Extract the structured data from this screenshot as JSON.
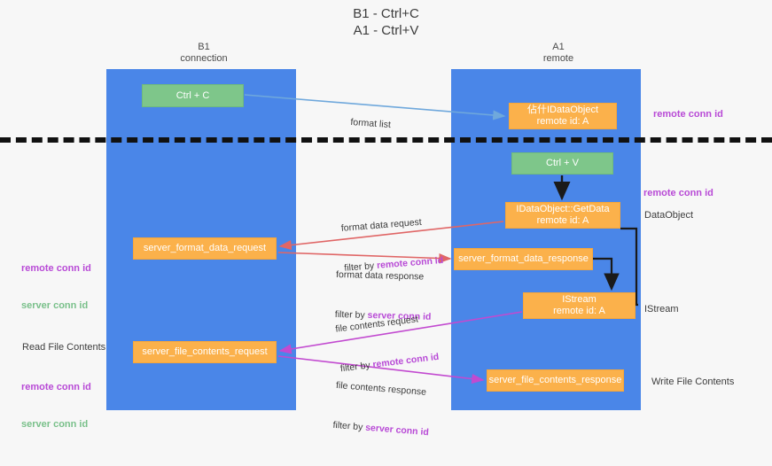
{
  "title": "B1 - Ctrl+C\nA1 - Ctrl+V",
  "columns": {
    "b1": "B1\nconnection",
    "a1": "A1\nremote"
  },
  "boxes": {
    "ctrl_c": "Ctrl + C",
    "idataobject": "佔什IDataObject\nremote id: A",
    "ctrl_v": "Ctrl + V",
    "getdata": "IDataObject::GetData\nremote id: A",
    "server_format_data_request": "server_format_data_request",
    "server_format_data_response": "server_format_data_response",
    "istream": "IStream\nremote id: A",
    "server_file_contents_request": "server_file_contents_request",
    "server_file_contents_response": "server_file_contents_response"
  },
  "arrow_labels": {
    "format_list": "format list",
    "format_data_request": "format data request",
    "format_data_request_filter_prefix": "filter by ",
    "format_data_request_filter_value": "remote conn id",
    "format_data_response": "format data response",
    "format_data_response_filter_prefix": "filter by ",
    "format_data_response_filter_value": "server conn id",
    "file_contents_request": "file contents request",
    "file_contents_request_filter_prefix": "filter by ",
    "file_contents_request_filter_value": "remote conn id",
    "file_contents_response": "file contents response",
    "file_contents_response_filter_prefix": "filter by ",
    "file_contents_response_filter_value": "server conn id"
  },
  "side_labels": {
    "remote_conn_id_top": "remote conn id",
    "remote_conn_id_mid": "remote conn id",
    "dataobject": "DataObject",
    "istream": "IStream",
    "write_file_contents": "Write File Contents",
    "read_file_contents": "Read File Contents",
    "left_remote_conn_id_1": "remote conn id",
    "left_server_conn_id_1": "server conn id",
    "left_remote_conn_id_2": "remote conn id",
    "left_server_conn_id_2": "server conn id"
  },
  "colors": {
    "lane": "#4a86e8",
    "green_box": "#7ec68a",
    "orange_box": "#fbb14b",
    "remote_conn": "#b84ad6",
    "server_conn": "#79c08a",
    "arrow_blue": "#6fa8dc",
    "arrow_red": "#e06666",
    "arrow_magenta": "#c24ad0",
    "arrow_black": "#1a1a1a",
    "divider": "#111111",
    "background": "#f7f7f7"
  }
}
